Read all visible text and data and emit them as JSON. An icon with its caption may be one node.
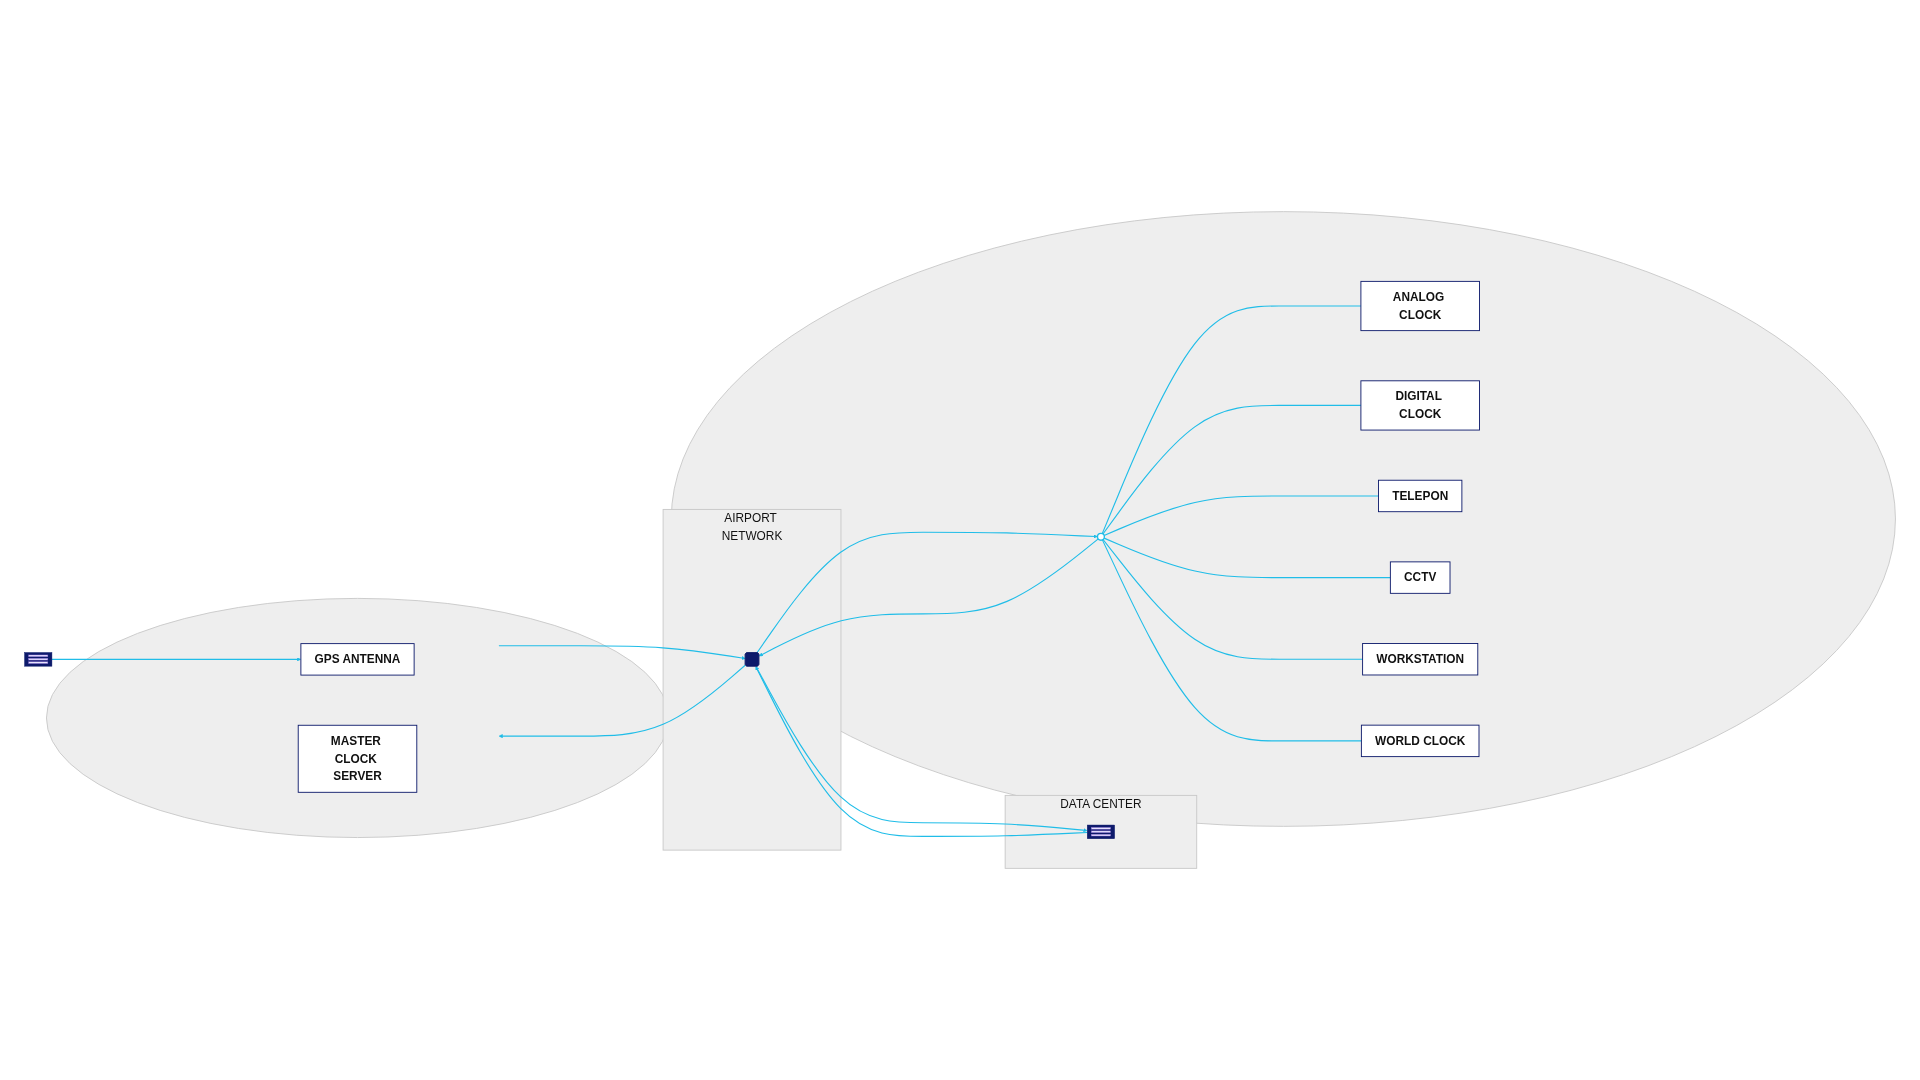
{
  "diagram": {
    "nodes": [
      {
        "text": [],
        "shape": "picture"
      },
      {
        "text": [
          "AIRPORT NETWORK"
        ]
      },
      {
        "text": [],
        "shape": "cloud",
        "in": 1
      },
      {
        "text": [],
        "shape": "circle"
      },
      {
        "text": [
          "GPS ANTENNA"
        ],
        "in": 3
      },
      {
        "text": [
          "MASTER CLOCK SERVER"
        ],
        "in": 3
      },
      {
        "text": [
          "DATA CENTER"
        ]
      },
      {
        "text": [],
        "shape": "picture",
        "in": 6
      },
      {
        "text": [],
        "shape": "circle"
      },
      {
        "text": [],
        "shape": "circle",
        "in": 8
      },
      {
        "text": [
          "ANALOG CLOCK"
        ],
        "in": 8
      },
      {
        "text": [
          "DIGITAL CLOCK"
        ],
        "in": 8
      },
      {
        "text": [
          "TELEPON"
        ],
        "in": 8
      },
      {
        "text": [
          "CCTV"
        ],
        "in": 8
      },
      {
        "text": [
          "WORKSTATION"
        ],
        "in": 8
      },
      {
        "text": [
          "WORLD CLOCK"
        ],
        "in": 8
      }
    ],
    "edges": [
      {
        "from": 0,
        "to": 4,
        "arrow": "to"
      },
      {
        "from": 3,
        "to": 2,
        "arrow": "to"
      },
      {
        "from": 2,
        "to": 3,
        "arrow": "to"
      },
      {
        "from": 7,
        "to": 2,
        "arrow": "to"
      },
      {
        "from": 2,
        "to": 7,
        "arrow": "to"
      },
      {
        "from": 2,
        "to": 9,
        "arrow": "to"
      },
      {
        "from": 9,
        "to": 2,
        "arrow": "to"
      },
      {
        "from": 9,
        "to": 10,
        "arrow": "none"
      },
      {
        "from": 9,
        "to": 11,
        "arrow": "none"
      },
      {
        "from": 9,
        "to": 12,
        "arrow": "none"
      },
      {
        "from": 9,
        "to": 13,
        "arrow": "none"
      },
      {
        "from": 9,
        "to": 14,
        "arrow": "none"
      },
      {
        "from": 9,
        "to": 15,
        "arrow": "none"
      }
    ]
  }
}
